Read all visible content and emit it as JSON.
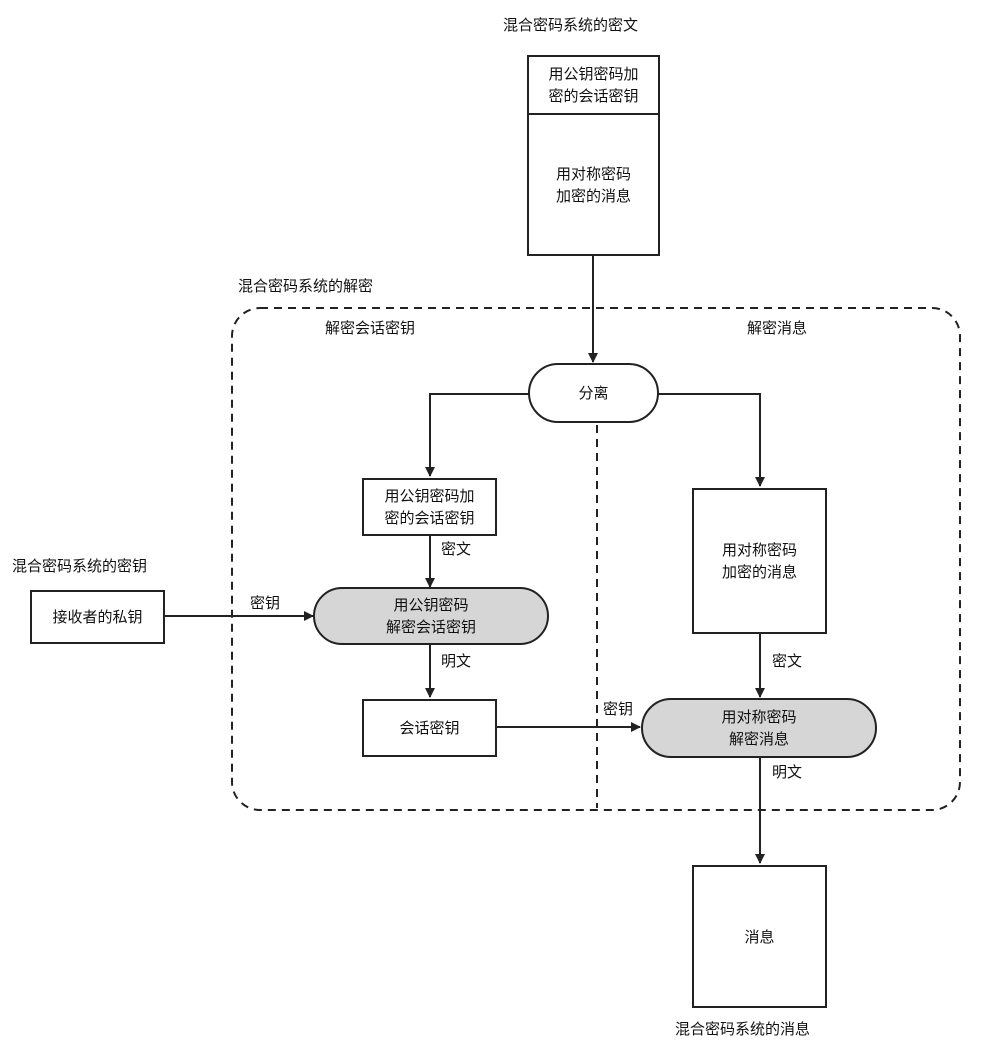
{
  "ciphertext_title": "混合密码系统的密文",
  "cipher_top": {
    "session_key_encrypted": "用公钥密码加\n密的会话密钥",
    "message_encrypted": "用对称密码\n加密的消息"
  },
  "decryption_title": "混合密码系统的解密",
  "section_left_title": "解密会话密钥",
  "section_right_title": "解密消息",
  "split_label": "分离",
  "left_box": "用公钥密码加\n密的会话密钥",
  "right_box": "用对称密码\n加密的消息",
  "key_section_title": "混合密码系统的密钥",
  "private_key_label": "接收者的私钥",
  "pubkey_decrypt": "用公钥密码\n解密会话密钥",
  "session_key_label": "会话密钥",
  "sym_decrypt": "用对称密码\n解密消息",
  "message_label": "消息",
  "message_section_title": "混合密码系统的消息",
  "edge_labels": {
    "ciphertext_left": "密文",
    "key_left": "密钥",
    "plaintext_left": "明文",
    "ciphertext_right": "密文",
    "key_right": "密钥",
    "plaintext_right": "明文"
  }
}
